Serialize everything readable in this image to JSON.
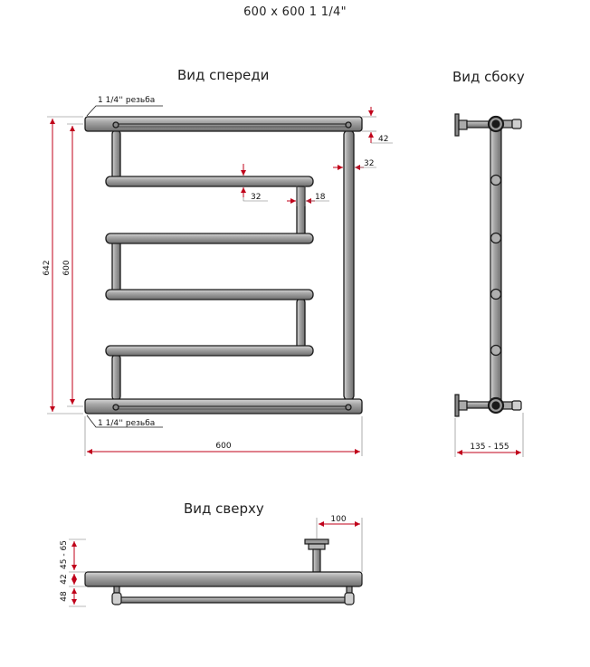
{
  "title": "600 x 600 1 1/4\"",
  "views": {
    "front": "Вид спереди",
    "side": "Вид сбоку",
    "top": "Вид сверху"
  },
  "labels": {
    "thread_top": "1 1/4'' резьба",
    "thread_bottom": "1 1/4'' резьба"
  },
  "dimensions": {
    "d642": "642",
    "d600_v": "600",
    "d42": "42",
    "d32_right": "32",
    "d32_mid": "32",
    "d18": "18",
    "d600_h": "600",
    "d135_155": "135 - 155",
    "d100": "100",
    "d45_65": "45 - 65",
    "d42_top": "42",
    "d48": "48"
  },
  "colors": {
    "pipe_fill": "#9a9a9a",
    "pipe_stroke": "#1a1a1a",
    "dim_red": "#c0001a",
    "dim_gray": "#777777"
  }
}
